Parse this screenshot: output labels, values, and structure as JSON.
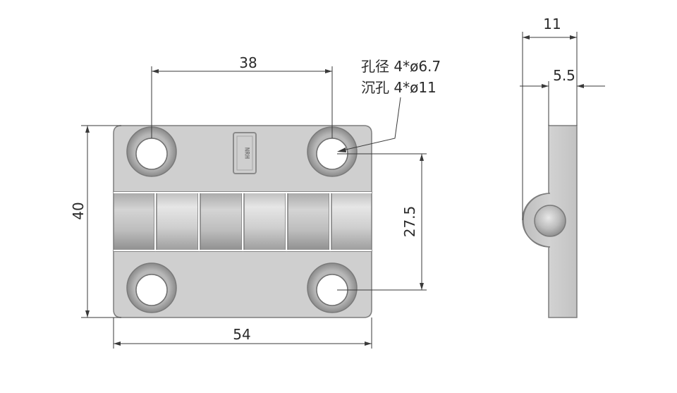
{
  "front_view": {
    "dim_top": "38",
    "dim_bottom": "54",
    "dim_left": "40",
    "dim_right": "27.5",
    "hole_note_line1": "孔径 4*ø6.7",
    "hole_note_line2": "沉孔 4*ø11",
    "logo_text": "NRH"
  },
  "side_view": {
    "dim_total": "11",
    "dim_half": "5.5"
  },
  "colors": {
    "plate_fill": "#cfcfcf",
    "plate_edge": "#7d7d7d",
    "knuckle_light": "#d9d9d9",
    "knuckle_dark": "#a9a9a9",
    "dim_line": "#3a3a3a",
    "text": "#2a2a2a"
  }
}
